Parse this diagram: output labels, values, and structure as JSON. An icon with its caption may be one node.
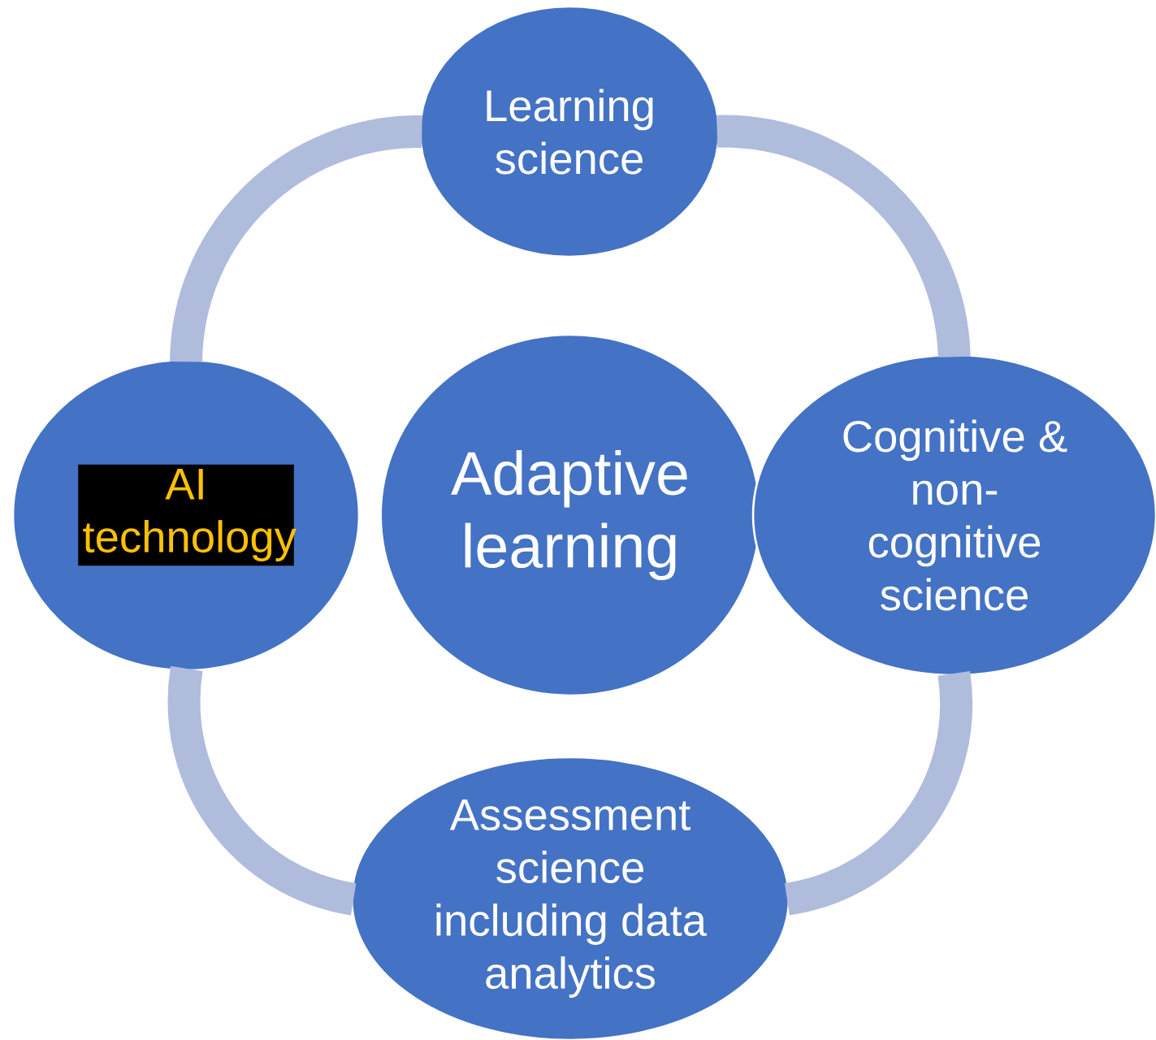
{
  "diagram": {
    "nodes": [
      {
        "text": [
          "Learning science"
        ]
      },
      {
        "text": [
          "AI technology"
        ]
      },
      {
        "text": [
          "Adaptive learning"
        ]
      },
      {
        "text": [
          "Cognitive & non-cognitive science"
        ]
      },
      {
        "text": [
          "Assessment science including data analytics"
        ]
      }
    ],
    "edges": [
      {
        "from": 0,
        "to": 3,
        "arrow": "none"
      },
      {
        "from": 3,
        "to": 4,
        "arrow": "none"
      },
      {
        "from": 4,
        "to": 1,
        "arrow": "none"
      },
      {
        "from": 1,
        "to": 0,
        "arrow": "none"
      }
    ]
  }
}
